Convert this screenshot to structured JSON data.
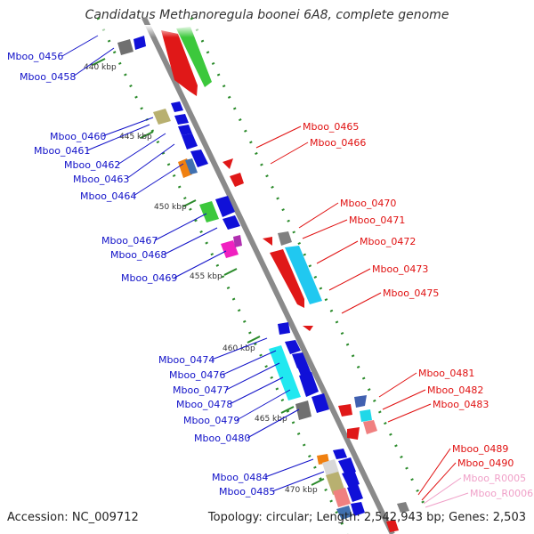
{
  "title": "Candidatus Methanoregula boonei 6A8, complete genome",
  "accession": "Accession: NC_009712",
  "topology": "Topology: circular; Length: 2,542,943 bp; Genes: 2,503",
  "colors": {
    "backbone": "#888888",
    "tick": "#2a8a2a",
    "left_label": "#1010c8",
    "right_label": "#e01010",
    "rna_label": "#f0a0c8"
  },
  "ticks": [
    {
      "label": "440 kbp"
    },
    {
      "label": "445 kbp"
    },
    {
      "label": "450 kbp"
    },
    {
      "label": "455 kbp"
    },
    {
      "label": "460 kbp"
    },
    {
      "label": "465 kbp"
    },
    {
      "label": "470 kbp"
    }
  ],
  "left_labels": [
    {
      "text": "Mboo_0456"
    },
    {
      "text": "Mboo_0458"
    },
    {
      "text": "Mboo_0460"
    },
    {
      "text": "Mboo_0461"
    },
    {
      "text": "Mboo_0462"
    },
    {
      "text": "Mboo_0463"
    },
    {
      "text": "Mboo_0464"
    },
    {
      "text": "Mboo_0467"
    },
    {
      "text": "Mboo_0468"
    },
    {
      "text": "Mboo_0469"
    },
    {
      "text": "Mboo_0474"
    },
    {
      "text": "Mboo_0476"
    },
    {
      "text": "Mboo_0477"
    },
    {
      "text": "Mboo_0478"
    },
    {
      "text": "Mboo_0479"
    },
    {
      "text": "Mboo_0480"
    },
    {
      "text": "Mboo_0484"
    },
    {
      "text": "Mboo_0485"
    }
  ],
  "right_labels": [
    {
      "text": "Mboo_0465"
    },
    {
      "text": "Mboo_0466"
    },
    {
      "text": "Mboo_0470"
    },
    {
      "text": "Mboo_0471"
    },
    {
      "text": "Mboo_0472"
    },
    {
      "text": "Mboo_0473"
    },
    {
      "text": "Mboo_0475"
    },
    {
      "text": "Mboo_0481"
    },
    {
      "text": "Mboo_0482"
    },
    {
      "text": "Mboo_0483"
    },
    {
      "text": "Mboo_0489"
    },
    {
      "text": "Mboo_0490"
    }
  ],
  "rna_labels": [
    {
      "text": "Mboo_R0005"
    },
    {
      "text": "Mboo_R0006"
    }
  ]
}
